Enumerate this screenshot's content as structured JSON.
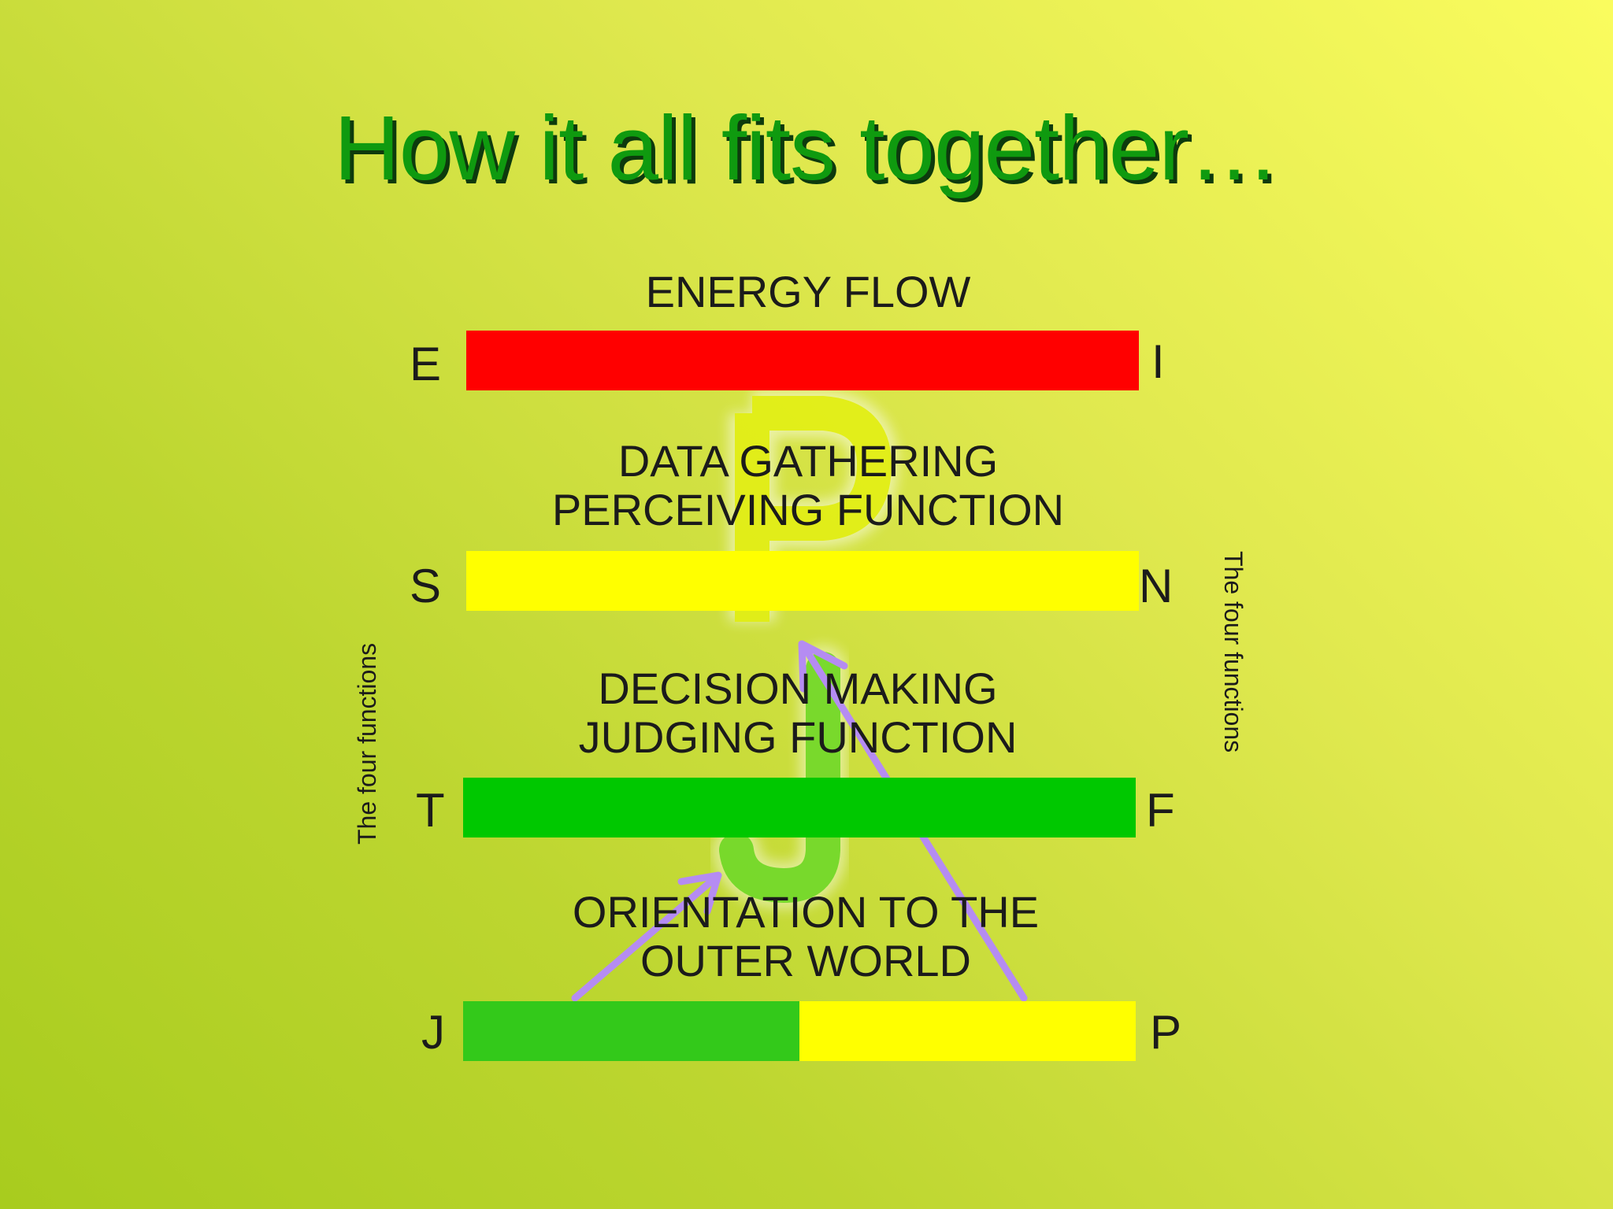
{
  "slide": {
    "title": "How it all fits together…"
  },
  "diagram": {
    "side_label_left": "The four functions",
    "side_label_right": "The four functions",
    "overlay_letters": [
      "P",
      "J"
    ],
    "rows": [
      {
        "heading": [
          "ENERGY FLOW"
        ],
        "left": "E",
        "right": "I",
        "color": "#ff0000"
      },
      {
        "heading": [
          "DATA GATHERING",
          "PERCEIVING FUNCTION"
        ],
        "left": "S",
        "right": "N",
        "color": "#ffff00"
      },
      {
        "heading": [
          "DECISION MAKING",
          "JUDGING FUNCTION"
        ],
        "left": "T",
        "right": "F",
        "color": "#00c800"
      },
      {
        "heading": [
          "ORIENTATION TO THE",
          "OUTER WORLD"
        ],
        "left": "J",
        "right": "P",
        "colors": [
          "#33c91a",
          "#ffff00"
        ],
        "split": 0.5
      }
    ],
    "colors": {
      "arrow": "#b58cf2",
      "title": "#0f9a0f"
    }
  }
}
